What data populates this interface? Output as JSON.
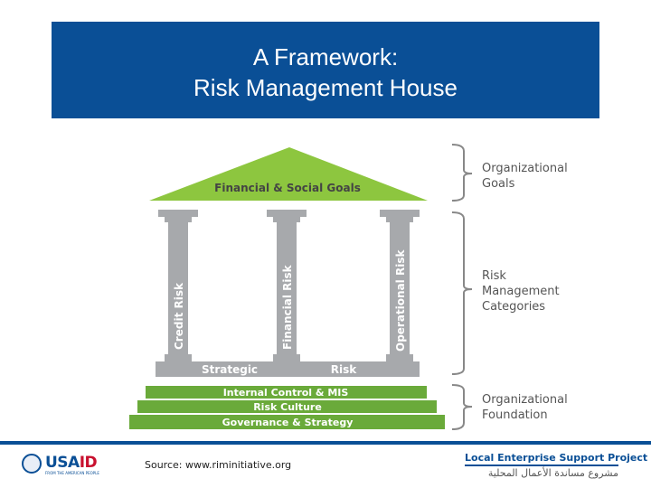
{
  "header": {
    "title_line1": "A Framework:",
    "title_line2": "Risk Management House"
  },
  "roof": {
    "label": "Financial & Social Goals"
  },
  "pillars": [
    {
      "label": "Credit Risk"
    },
    {
      "label": "Financial Risk"
    },
    {
      "label": "Operational Risk"
    }
  ],
  "beam": {
    "left_label": "Strategic",
    "right_label": "Risk"
  },
  "foundation": [
    "Internal Control & MIS",
    "Risk Culture",
    "Governance & Strategy"
  ],
  "brackets": [
    {
      "lines": [
        "Organizational",
        "Goals"
      ]
    },
    {
      "lines": [
        "Risk",
        "Management",
        "Categories"
      ]
    },
    {
      "lines": [
        "Organizational",
        "Foundation"
      ]
    }
  ],
  "footer": {
    "source": "Source: www.riminitiative.org",
    "usaid_word_blue": "USA",
    "usaid_word_red": "ID",
    "usaid_tagline": "FROM THE AMERICAN PEOPLE",
    "lesp_english": "Local Enterprise Support Project",
    "lesp_arabic": "مشروع مساندة الأعمال المحلية"
  },
  "colors": {
    "title_bg": "#0a4f96",
    "roof_green": "#8dc63f",
    "foundation_green": "#6aaa3a",
    "pillar_gray": "#a7a9ac",
    "bracket_text": "#555555"
  }
}
